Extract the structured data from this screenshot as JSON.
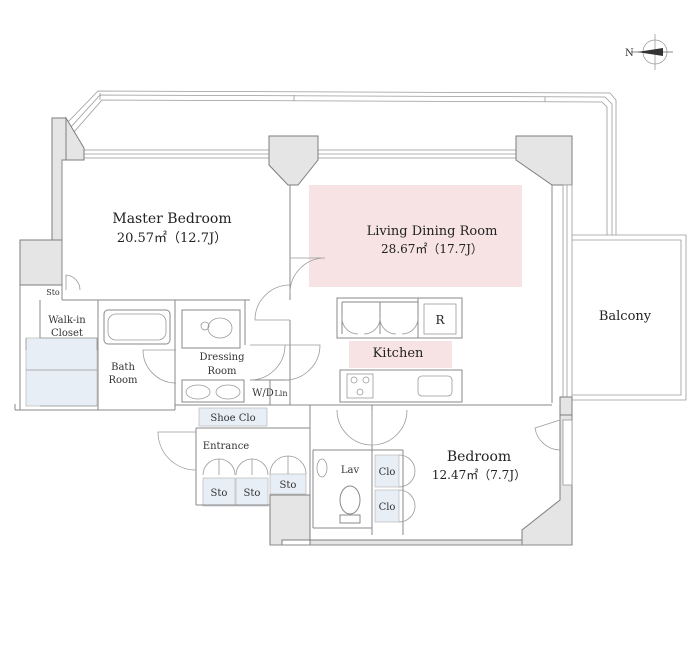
{
  "rooms": {
    "master_bedroom": {
      "name": "Master Bedroom",
      "area": "20.57㎡（12.7J）"
    },
    "living_dining": {
      "name": "Living Dining Room",
      "area": "28.67㎡（17.7J）"
    },
    "balcony": {
      "name": "Balcony"
    },
    "kitchen": {
      "name": "Kitchen",
      "fridge": "R"
    },
    "walk_in_closet": {
      "line1": "Walk-in",
      "line2": "Closet"
    },
    "bath": {
      "line1": "Bath",
      "line2": "Room"
    },
    "dressing": {
      "line1": "Dressing",
      "line2": "Room"
    },
    "wd": "W/D",
    "lin": "Lin",
    "sto_top": "Sto",
    "shoe_clo": "Shoe Clo",
    "entrance": "Entrance",
    "sto_1": "Sto",
    "sto_2": "Sto",
    "sto_3": "Sto",
    "lav": "Lav",
    "bedroom": {
      "name": "Bedroom",
      "area": "12.47㎡（7.7J）"
    },
    "clo_1": "Clo",
    "clo_2": "Clo"
  },
  "compass": {
    "label": "N"
  },
  "colors": {
    "living_highlight": "#f7e3e3",
    "closet_highlight": "#e8eef6",
    "wall_fill": "#e5e5e5",
    "line": "#8a8a8a"
  }
}
